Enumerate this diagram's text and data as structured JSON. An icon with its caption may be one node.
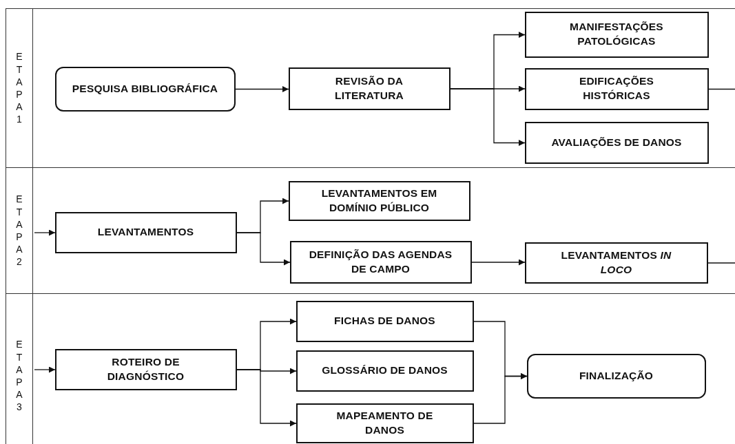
{
  "diagram": {
    "nodes": [
      {
        "text": [
          "ETAPA 1"
        ]
      },
      {
        "text": [
          "PESQUISA BIBLIOGRÁFICA"
        ],
        "in": 0
      },
      {
        "text": [
          "REVISÃO DA LITERATURA"
        ],
        "in": 0
      },
      {
        "text": [
          "MANIFESTAÇÕES PATOLÓGICAS"
        ],
        "in": 0
      },
      {
        "text": [
          "EDIFICAÇÕES HISTÓRICAS"
        ],
        "in": 0
      },
      {
        "text": [
          "AVALIAÇÕES DE DANOS"
        ],
        "in": 0
      },
      {
        "text": [
          "ETAPA 2"
        ]
      },
      {
        "text": [
          "LEVANTAMENTOS"
        ],
        "in": 6
      },
      {
        "text": [
          "LEVANTAMENTOS EM DOMÍNIO PÚBLICO"
        ],
        "in": 6
      },
      {
        "text": [
          "DEFINIÇÃO DAS AGENDAS DE CAMPO"
        ],
        "in": 6
      },
      {
        "text": [
          "LEVANTAMENTOS *IN LOCO*"
        ],
        "in": 6
      },
      {
        "text": [
          "ETAPA 3"
        ]
      },
      {
        "text": [
          "ROTEIRO DE DIAGNÓSTICO"
        ],
        "in": 11
      },
      {
        "text": [
          "FICHAS DE DANOS"
        ],
        "in": 11
      },
      {
        "text": [
          "GLOSSÁRIO DE DANOS"
        ],
        "in": 11
      },
      {
        "text": [
          "MAPEAMENTO DE DANOS"
        ],
        "in": 11
      },
      {
        "text": [
          "FINALIZAÇÃO"
        ],
        "in": 11
      }
    ],
    "edges": [
      {
        "from": 1,
        "to": 2,
        "arrow": "to"
      },
      {
        "from": 2,
        "to": 3,
        "arrow": "to"
      },
      {
        "from": 2,
        "to": 4,
        "arrow": "to"
      },
      {
        "from": 2,
        "to": 5,
        "arrow": "to"
      },
      {
        "from": 4,
        "to": null,
        "arrow": "none"
      },
      {
        "from": null,
        "to": 7,
        "arrow": "to"
      },
      {
        "from": 7,
        "to": 8,
        "arrow": "to"
      },
      {
        "from": 7,
        "to": 9,
        "arrow": "to"
      },
      {
        "from": 9,
        "to": 10,
        "arrow": "to"
      },
      {
        "from": 10,
        "to": null,
        "arrow": "none"
      },
      {
        "from": null,
        "to": 12,
        "arrow": "to"
      },
      {
        "from": 12,
        "to": 13,
        "arrow": "to"
      },
      {
        "from": 12,
        "to": 14,
        "arrow": "to"
      },
      {
        "from": 12,
        "to": 15,
        "arrow": "to"
      },
      {
        "from": 13,
        "to": 16,
        "arrow": "to"
      },
      {
        "from": 15,
        "to": 16,
        "arrow": "to"
      }
    ]
  }
}
